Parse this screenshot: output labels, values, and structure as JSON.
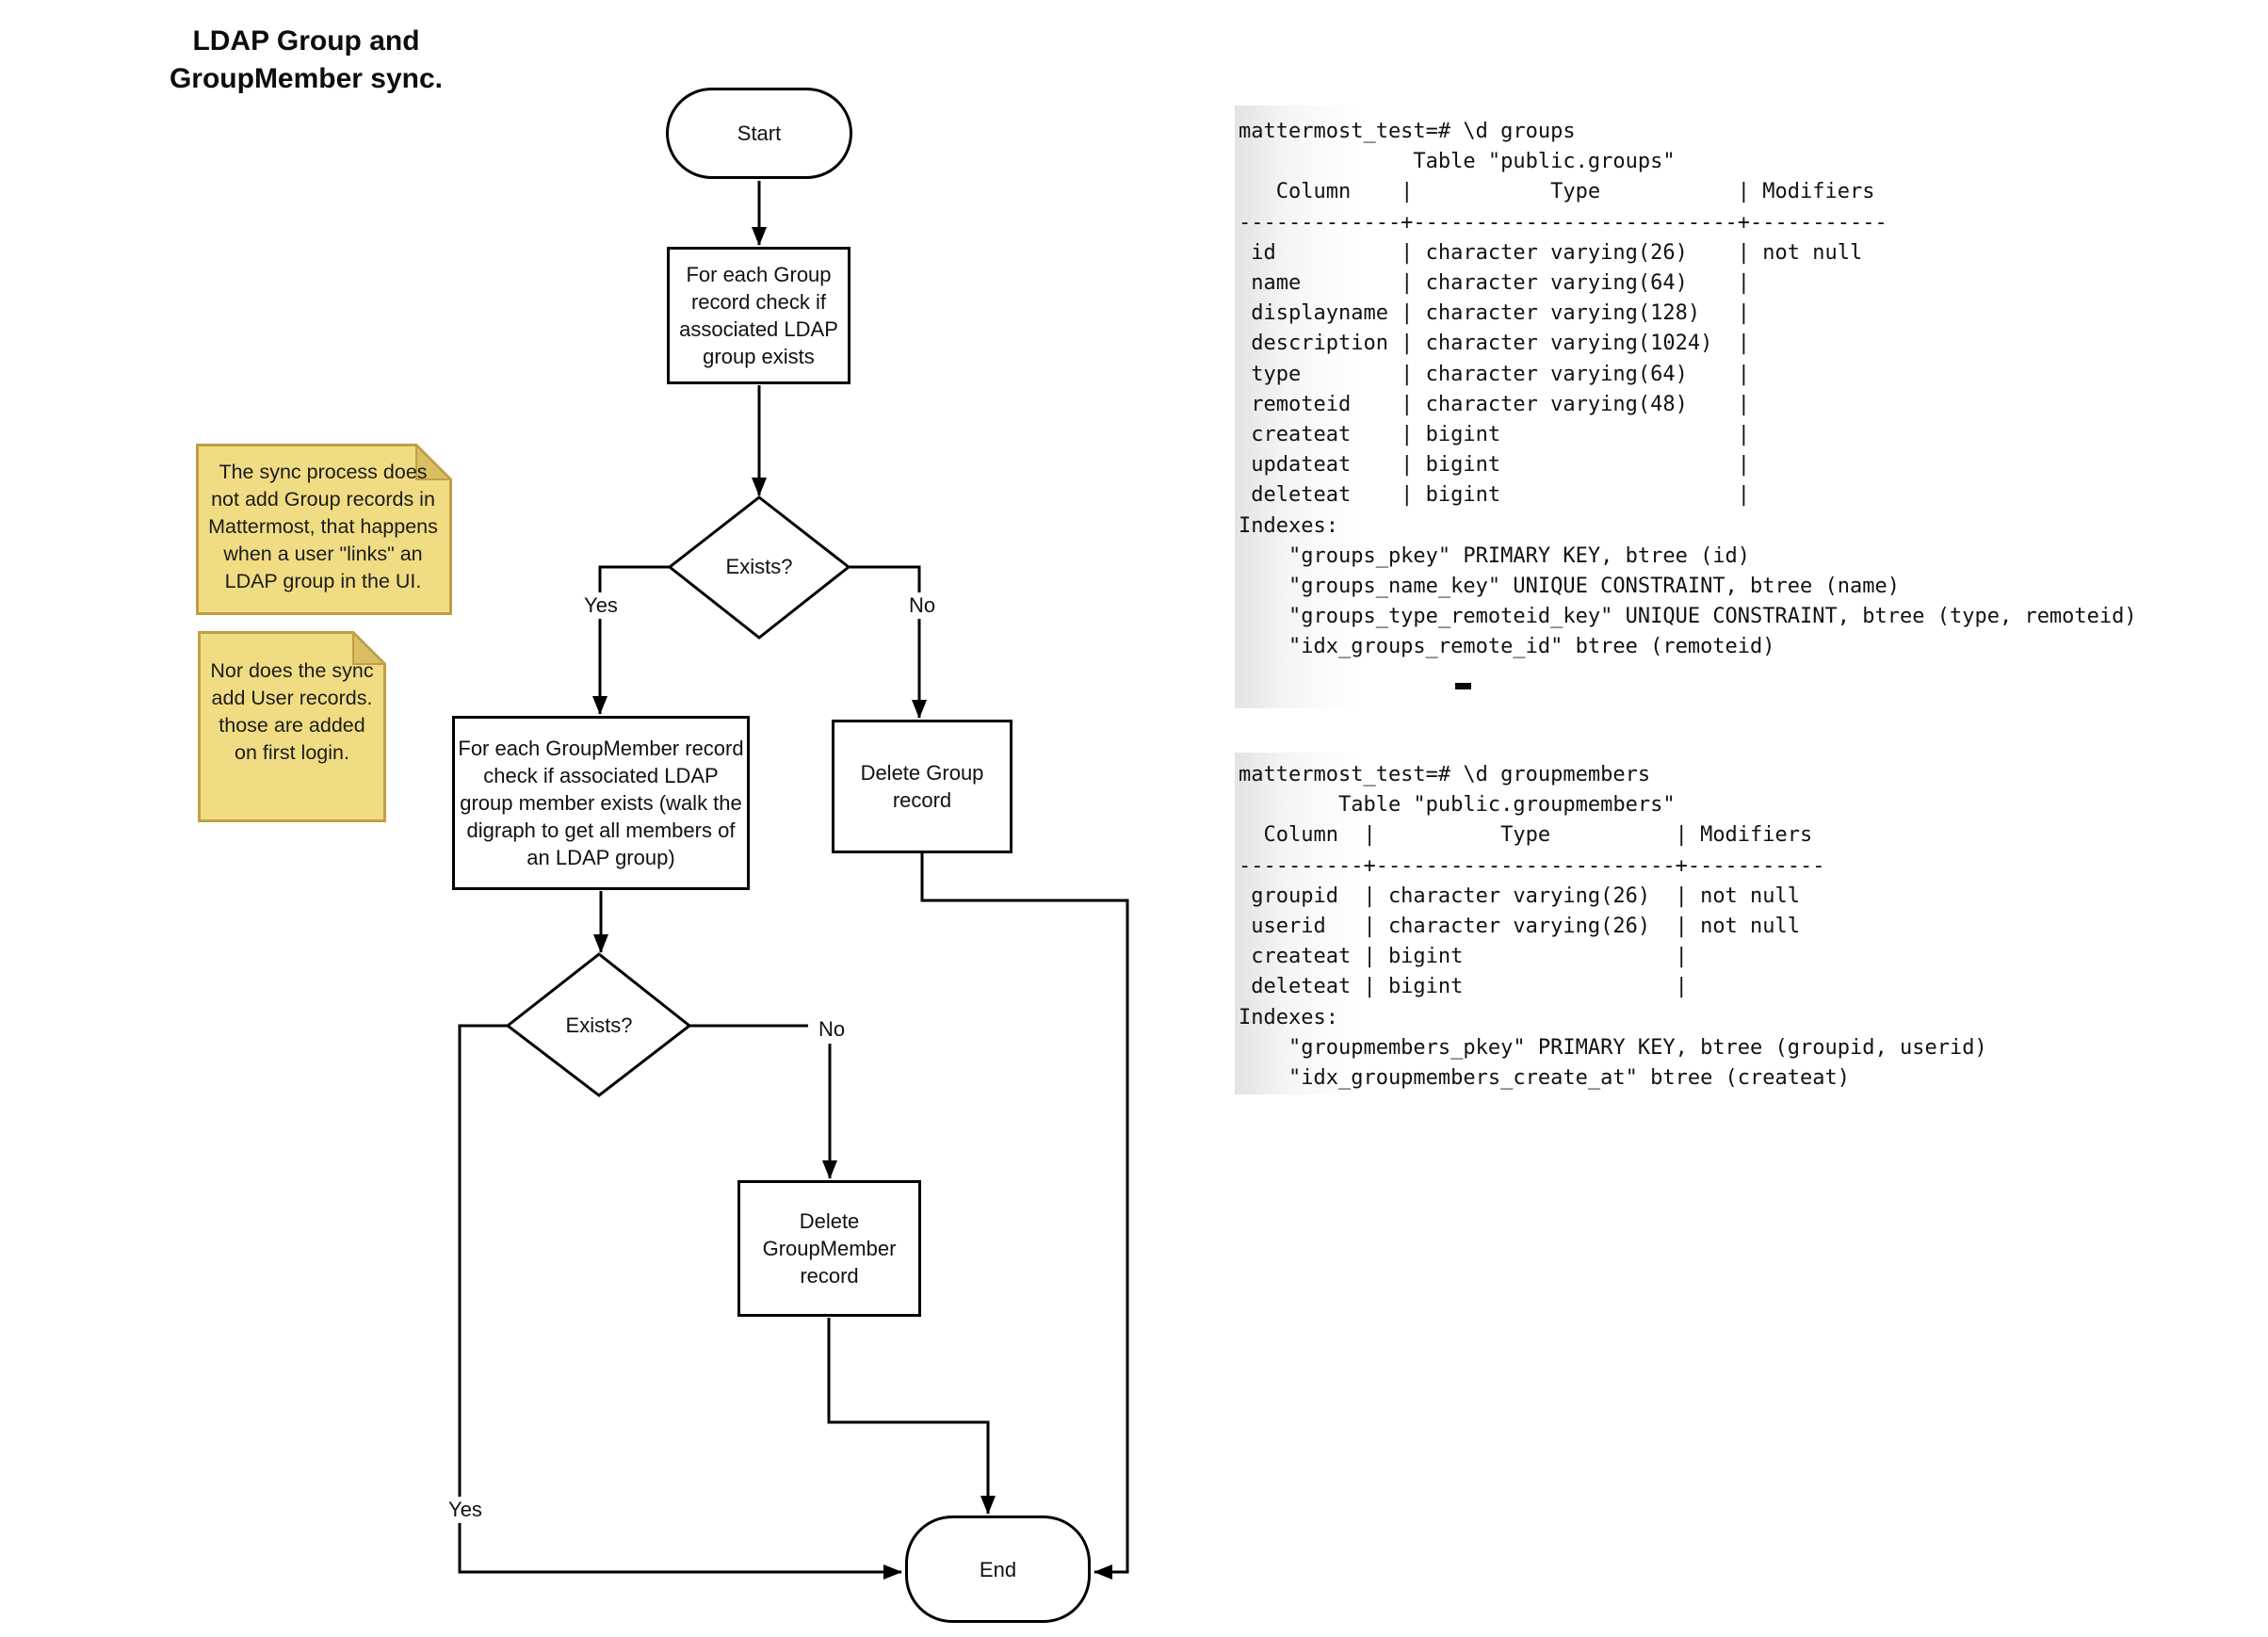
{
  "title": {
    "line1": "LDAP Group and",
    "line2": "GroupMember sync."
  },
  "flowchart": {
    "nodes": {
      "start": "Start",
      "check_group": "For each Group\nrecord check if\nassociated LDAP\ngroup exists",
      "exists1": "Exists?",
      "check_groupmember": "For each GroupMember record\ncheck if associated LDAP\ngroup member exists (walk the\ndigraph to get all members of\nan LDAP group)",
      "delete_group": "Delete Group\nrecord",
      "exists2": "Exists?",
      "delete_groupmember": "Delete\nGroupMember\nrecord",
      "end": "End"
    },
    "edge_labels": {
      "yes1": "Yes",
      "no1": "No",
      "yes2": "Yes",
      "no2": "No"
    }
  },
  "notes": {
    "note1": "The sync process does\nnot add Group records in\nMattermost, that happens\nwhen a user \"links\" an\nLDAP group in the UI.",
    "note2": "Nor does the sync\nadd User records.\nthose are added\non first login."
  },
  "terminals": {
    "groups": {
      "lines": [
        "mattermost_test=# \\d groups",
        "              Table \"public.groups\"",
        "   Column    |           Type           | Modifiers",
        "-------------+--------------------------+-----------",
        " id          | character varying(26)    | not null",
        " name        | character varying(64)    |",
        " displayname | character varying(128)   |",
        " description | character varying(1024)  |",
        " type        | character varying(64)    |",
        " remoteid    | character varying(48)    |",
        " createat    | bigint                   |",
        " updateat    | bigint                   |",
        " deleteat    | bigint                   |",
        "Indexes:",
        "    \"groups_pkey\" PRIMARY KEY, btree (id)",
        "    \"groups_name_key\" UNIQUE CONSTRAINT, btree (name)",
        "    \"groups_type_remoteid_key\" UNIQUE CONSTRAINT, btree (type, remoteid)",
        "    \"idx_groups_remote_id\" btree (remoteid)"
      ]
    },
    "groupmembers": {
      "lines": [
        "mattermost_test=# \\d groupmembers",
        "        Table \"public.groupmembers\"",
        "  Column  |          Type          | Modifiers",
        "----------+------------------------+-----------",
        " groupid  | character varying(26)  | not null",
        " userid   | character varying(26)  | not null",
        " createat | bigint                 |",
        " deleteat | bigint                 |",
        "Indexes:",
        "    \"groupmembers_pkey\" PRIMARY KEY, btree (groupid, userid)",
        "    \"idx_groupmembers_create_at\" btree (createat)"
      ]
    }
  },
  "colors": {
    "line_color": "#000000",
    "note_fill": "#F0DC82",
    "note_fold": "#D9BE63",
    "note_border": "#BFA045",
    "terminal_text": "#121212",
    "terminal_fade": "#E3E3E3"
  }
}
